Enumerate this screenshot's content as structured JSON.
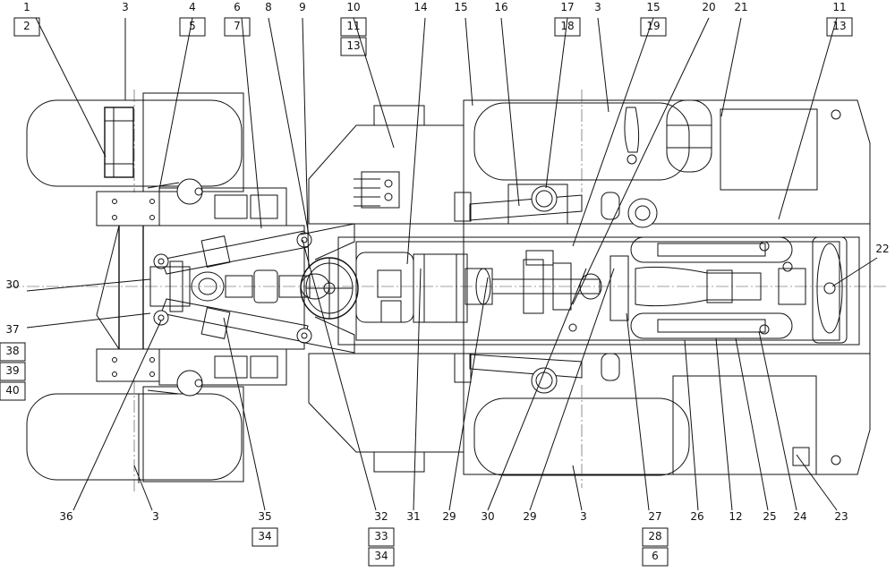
{
  "labels_top": [
    "1",
    "2",
    "3",
    "4",
    "5",
    "6",
    "7",
    "8",
    "9",
    "10",
    "11",
    "13",
    "14",
    "15",
    "16",
    "17",
    "18",
    "3",
    "15",
    "19",
    "20",
    "21",
    "11",
    "13"
  ],
  "labels_left": [
    "30",
    "37",
    "38",
    "39",
    "40"
  ],
  "labels_right": [
    "22"
  ],
  "labels_bottom": [
    "36",
    "3",
    "35",
    "34",
    "32",
    "33",
    "34",
    "31",
    "29",
    "30",
    "29",
    "3",
    "27",
    "28",
    "6",
    "26",
    "12",
    "25",
    "24",
    "23"
  ]
}
